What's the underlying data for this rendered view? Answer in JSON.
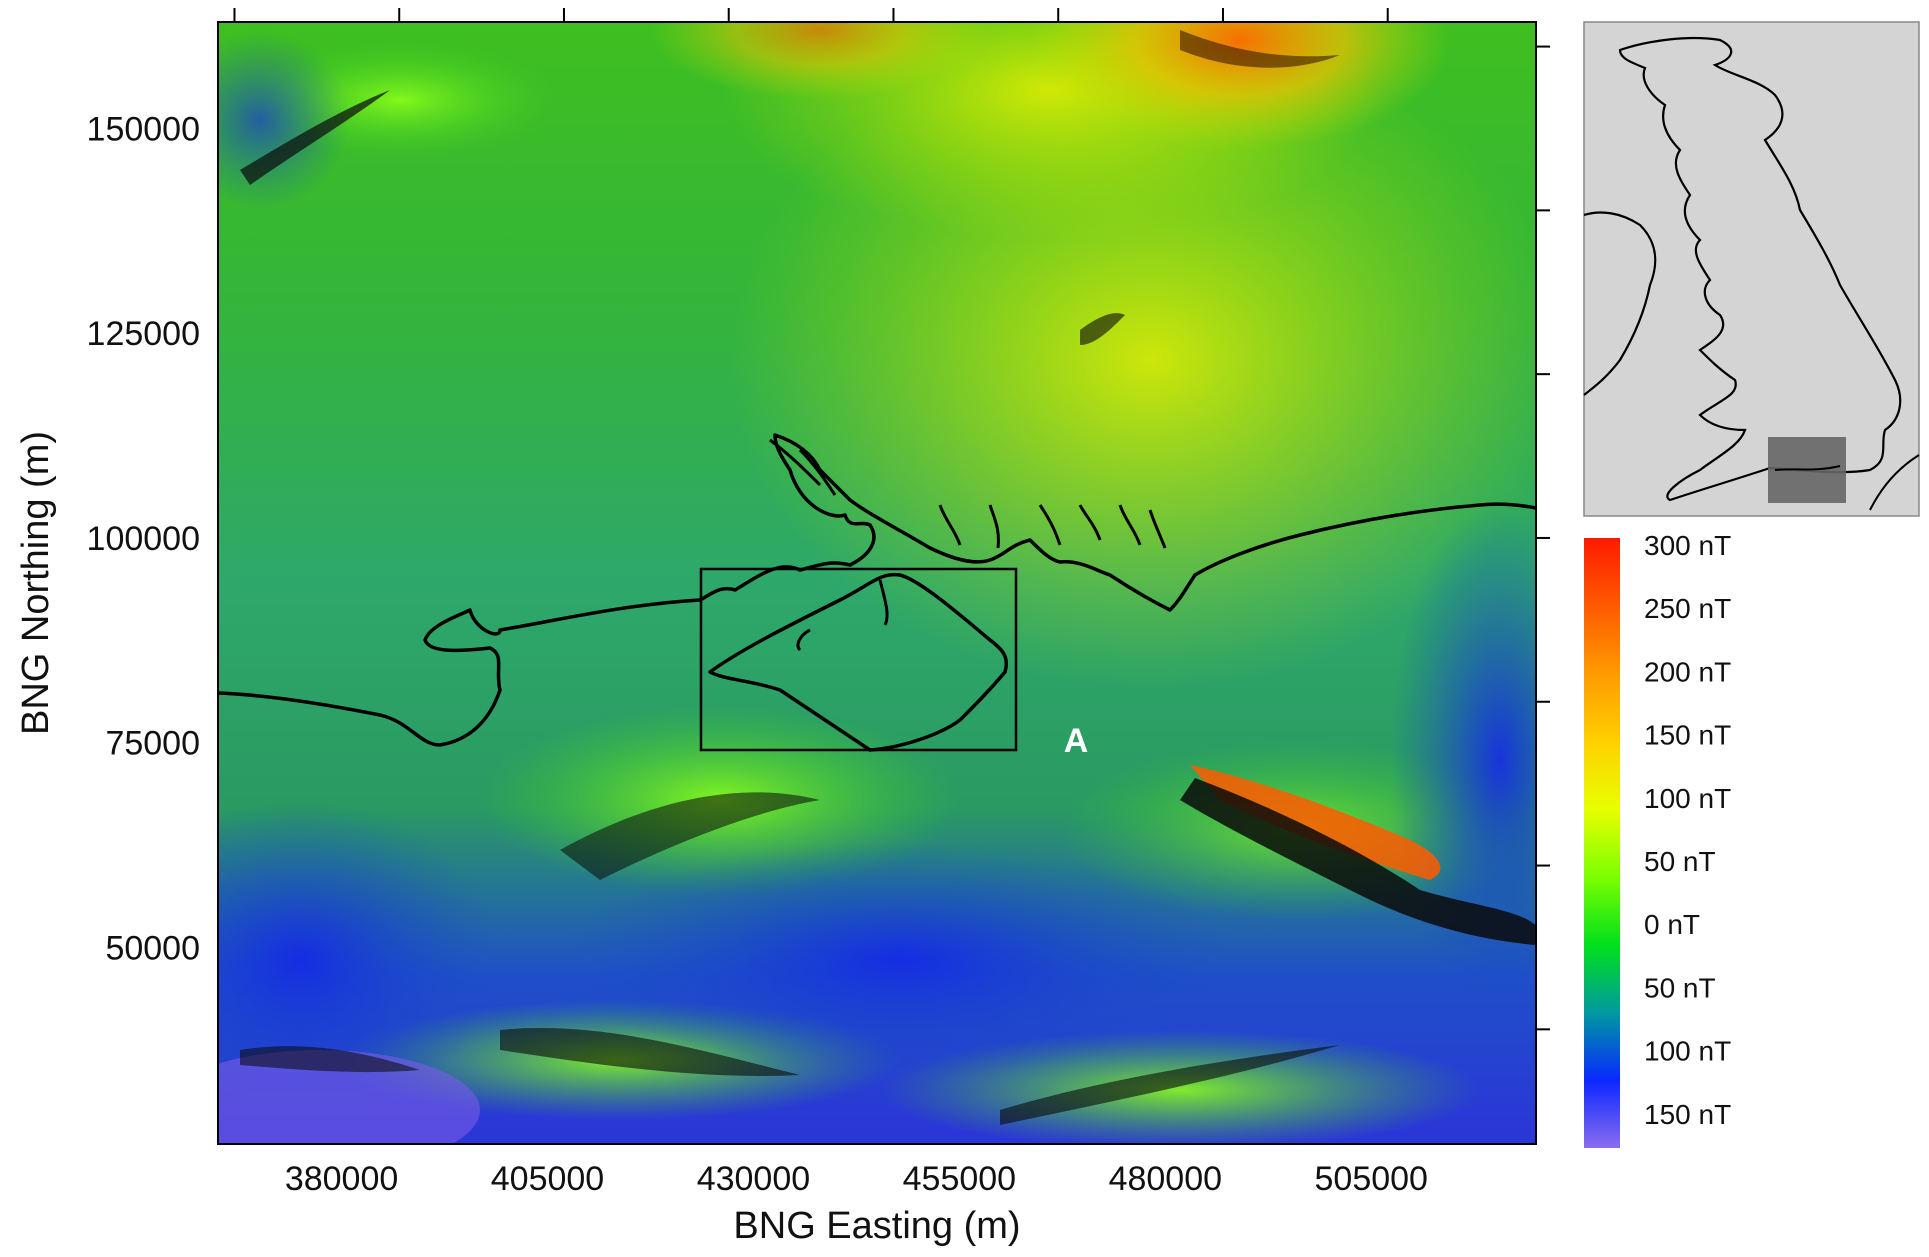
{
  "map": {
    "x_axis_title": "BNG Easting (m)",
    "y_axis_title": "BNG Northing (m)",
    "x_ticks": [
      "380000",
      "405000",
      "430000",
      "455000",
      "480000",
      "505000"
    ],
    "y_ticks": [
      "150000",
      "125000",
      "100000",
      "75000",
      "50000"
    ],
    "annotation": "A",
    "extent_easting": [
      365000,
      525000
    ],
    "extent_northing": [
      26000,
      163000
    ],
    "study_box": {
      "easting": [
        429000,
        467000
      ],
      "northing": [
        75000,
        97000
      ]
    }
  },
  "colorbar": {
    "labels": [
      "300 nT",
      "250 nT",
      "200 nT",
      "150 nT",
      "100 nT",
      "50 nT",
      "0 nT",
      "50 nT",
      "100 nT",
      "150 nT"
    ],
    "colors": [
      "#ff1a00",
      "#ff5a00",
      "#ff9a00",
      "#ffd000",
      "#e8ff00",
      "#7cff00",
      "#00e01a",
      "#009aa0",
      "#0a28ff",
      "#8a6cf0"
    ]
  },
  "inset": {
    "background": "#d4d4d4",
    "highlight": "#666666"
  }
}
